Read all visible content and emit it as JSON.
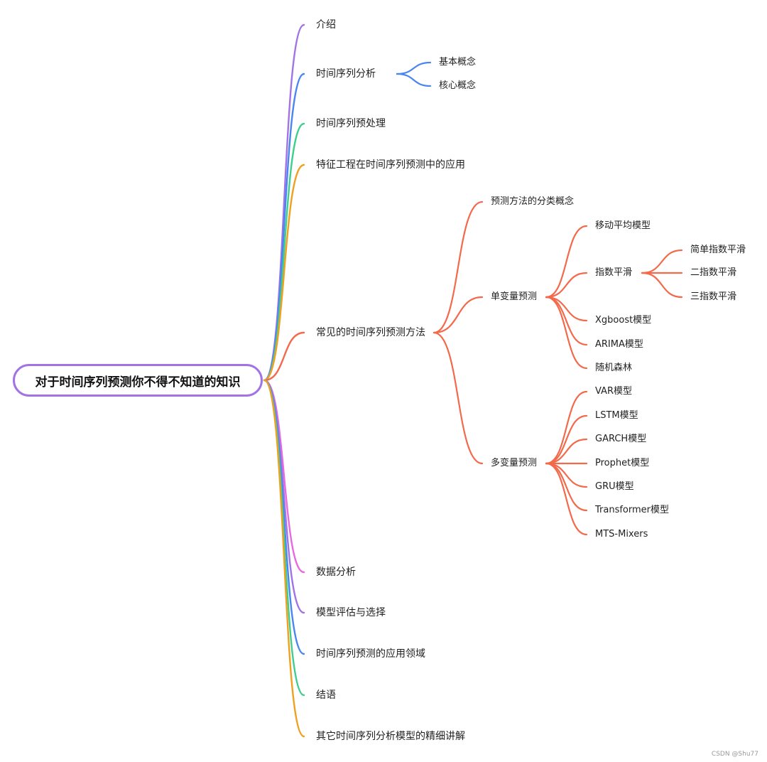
{
  "title": "对于时间序列预测你不得不知道的知识",
  "watermark": "CSDN @Shu77",
  "colors": {
    "root_border": "#a173e6",
    "purple": "#a173e6",
    "blue": "#4a86f0",
    "green": "#3ecf8e",
    "amber": "#f0a020",
    "coral": "#f26a4b",
    "pink": "#e86ae0"
  },
  "branches": [
    {
      "id": "b1",
      "label": "介绍",
      "color": "purple"
    },
    {
      "id": "b2",
      "label": "时间序列分析",
      "color": "blue",
      "children": [
        {
          "id": "b2c1",
          "label": "基本概念"
        },
        {
          "id": "b2c2",
          "label": "核心概念"
        }
      ]
    },
    {
      "id": "b3",
      "label": "时间序列预处理",
      "color": "green"
    },
    {
      "id": "b4",
      "label": "特征工程在时间序列预测中的应用",
      "color": "amber"
    },
    {
      "id": "b5",
      "label": "常见的时间序列预测方法",
      "color": "coral",
      "children": [
        {
          "id": "b5c1",
          "label": "预测方法的分类概念"
        },
        {
          "id": "b5c2",
          "label": "单变量预测",
          "children": [
            {
              "id": "u1",
              "label": "移动平均模型"
            },
            {
              "id": "u2",
              "label": "指数平滑",
              "children": [
                {
                  "id": "e1",
                  "label": "简单指数平滑"
                },
                {
                  "id": "e2",
                  "label": "二指数平滑"
                },
                {
                  "id": "e3",
                  "label": "三指数平滑"
                }
              ]
            },
            {
              "id": "u3",
              "label": "Xgboost模型"
            },
            {
              "id": "u4",
              "label": "ARIMA模型"
            },
            {
              "id": "u5",
              "label": "随机森林"
            }
          ]
        },
        {
          "id": "b5c3",
          "label": "多变量预测",
          "children": [
            {
              "id": "m1",
              "label": "VAR模型"
            },
            {
              "id": "m2",
              "label": "LSTM模型"
            },
            {
              "id": "m3",
              "label": "GARCH模型"
            },
            {
              "id": "m4",
              "label": "Prophet模型"
            },
            {
              "id": "m5",
              "label": "GRU模型"
            },
            {
              "id": "m6",
              "label": "Transformer模型"
            },
            {
              "id": "m7",
              "label": "MTS-Mixers"
            }
          ]
        }
      ]
    },
    {
      "id": "b6",
      "label": "数据分析",
      "color": "pink"
    },
    {
      "id": "b7",
      "label": "模型评估与选择",
      "color": "purple"
    },
    {
      "id": "b8",
      "label": "时间序列预测的应用领域",
      "color": "blue"
    },
    {
      "id": "b9",
      "label": "结语",
      "color": "green"
    },
    {
      "id": "b10",
      "label": "其它时间序列分析模型的精细讲解",
      "color": "amber"
    }
  ]
}
